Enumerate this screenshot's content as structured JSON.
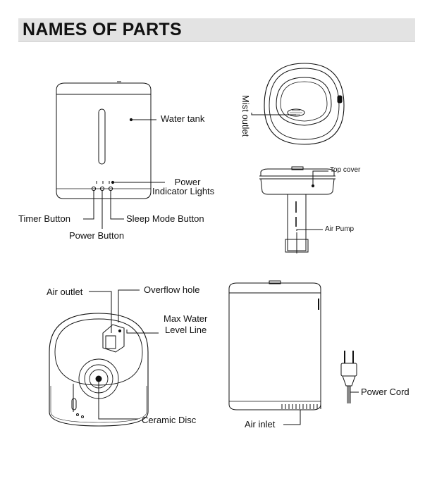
{
  "page": {
    "title": "NAMES OF PARTS"
  },
  "labels": {
    "water_tank": "Water tank",
    "power_indicator_line1": "Power",
    "power_indicator_line2": "Indicator Lights",
    "timer_button": "Timer Button",
    "sleep_mode_button": "Sleep Mode Button",
    "power_button": "Power Button",
    "mist_outlet": "Mist outlet",
    "top_cover": "Top cover",
    "air_pump": "Air Pump",
    "air_outlet": "Air outlet",
    "overflow_hole": "Overflow hole",
    "max_water_line1": "Max Water",
    "max_water_line2": "Level Line",
    "ceramic_disc": "Ceramic Disc",
    "air_inlet": "Air inlet",
    "power_cord": "Power Cord"
  },
  "colors": {
    "header_bg": "#e3e3e3",
    "line": "#111111"
  }
}
